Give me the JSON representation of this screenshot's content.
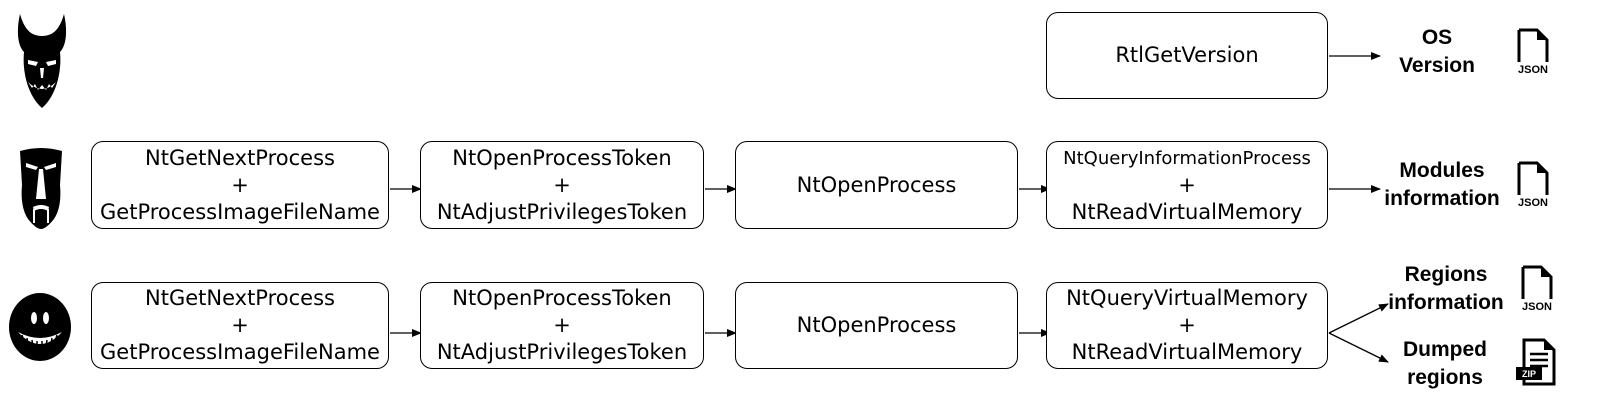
{
  "rows": [
    {
      "boxes": [
        {
          "lines": [
            "RtlGetVersion"
          ]
        }
      ],
      "outputs": [
        {
          "lines": [
            "OS",
            "Version"
          ],
          "icon": "json-file-icon",
          "icon_label": "JSON"
        }
      ]
    },
    {
      "boxes": [
        {
          "lines": [
            "NtGetNextProcess",
            "+",
            "GetProcessImageFileName"
          ]
        },
        {
          "lines": [
            "NtOpenProcessToken",
            "+",
            "NtAdjustPrivilegesToken"
          ]
        },
        {
          "lines": [
            "NtOpenProcess"
          ]
        },
        {
          "lines": [
            "NtQueryInformationProcess",
            "+",
            "NtReadVirtualMemory"
          ]
        }
      ],
      "outputs": [
        {
          "lines": [
            "Modules",
            "information"
          ],
          "icon": "json-file-icon",
          "icon_label": "JSON"
        }
      ]
    },
    {
      "boxes": [
        {
          "lines": [
            "NtGetNextProcess",
            "+",
            "GetProcessImageFileName"
          ]
        },
        {
          "lines": [
            "NtOpenProcessToken",
            "+",
            "NtAdjustPrivilegesToken"
          ]
        },
        {
          "lines": [
            "NtOpenProcess"
          ]
        },
        {
          "lines": [
            "NtQueryVirtualMemory",
            "+",
            "NtReadVirtualMemory"
          ]
        }
      ],
      "outputs": [
        {
          "lines": [
            "Regions",
            "information"
          ],
          "icon": "json-file-icon",
          "icon_label": "JSON"
        },
        {
          "lines": [
            "Dumped",
            "regions"
          ],
          "icon": "zip-file-icon",
          "icon_label": "ZIP"
        }
      ]
    }
  ]
}
